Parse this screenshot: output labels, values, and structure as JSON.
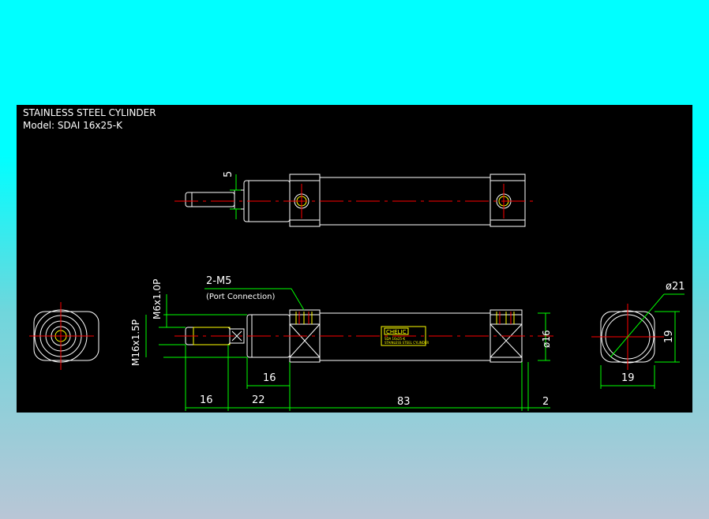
{
  "title": {
    "line1": "STAINLESS STEEL CYLINDER",
    "line2": "Model: SDAI 16x25-K"
  },
  "colors": {
    "background_top": "#00ffff",
    "canvas": "#000000",
    "outline": "#ffffff",
    "centerline": "#ff0000",
    "dimension": "#00ff00",
    "text": "#ffffff",
    "label": "#ffff00"
  },
  "dimensions": {
    "rod_offset": "5",
    "port": "2-M5",
    "port_note": "(Port Connection)",
    "rod_thread": "M6x1.0P",
    "nose_thread": "M16x1.5P",
    "nose_length": "16",
    "thread_length": "16",
    "rod_extension": "22",
    "body_length": "83",
    "end_gap": "2",
    "body_dia": "ø16",
    "flange_dia": "ø21",
    "side_height": "19",
    "side_width": "19"
  },
  "label": {
    "brand": "CHELIC",
    "line1": "SDA 16x25-K",
    "line2": "STAINLESS STEEL CYLINDER"
  }
}
